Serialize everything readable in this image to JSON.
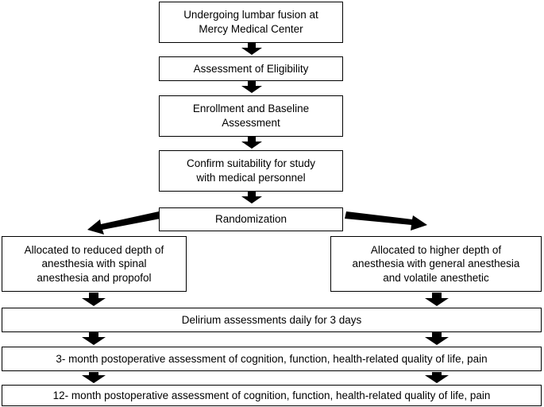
{
  "flowchart": {
    "steps": [
      {
        "id": "lumbar-fusion",
        "text": "Undergoing lumbar fusion at\nMercy Medical Center"
      },
      {
        "id": "eligibility",
        "text": "Assessment of Eligibility"
      },
      {
        "id": "enrollment",
        "text": "Enrollment and Baseline\nAssessment"
      },
      {
        "id": "suitability",
        "text": "Confirm suitability for study\nwith medical personnel"
      },
      {
        "id": "randomization",
        "text": "Randomization"
      },
      {
        "id": "allocated-reduced",
        "text": "Allocated to reduced depth of\nanesthesia with spinal\nanesthesia and propofol"
      },
      {
        "id": "allocated-higher",
        "text": "Allocated to higher depth of\nanesthesia with general anesthesia\nand volatile anesthetic"
      },
      {
        "id": "delirium",
        "text": "Delirium assessments daily for 3 days"
      },
      {
        "id": "three-month",
        "text": "3- month postoperative assessment of cognition, function, health-related quality of life, pain"
      },
      {
        "id": "twelve-month",
        "text": "12- month postoperative assessment of cognition, function, health-related quality of life, pain"
      }
    ]
  }
}
